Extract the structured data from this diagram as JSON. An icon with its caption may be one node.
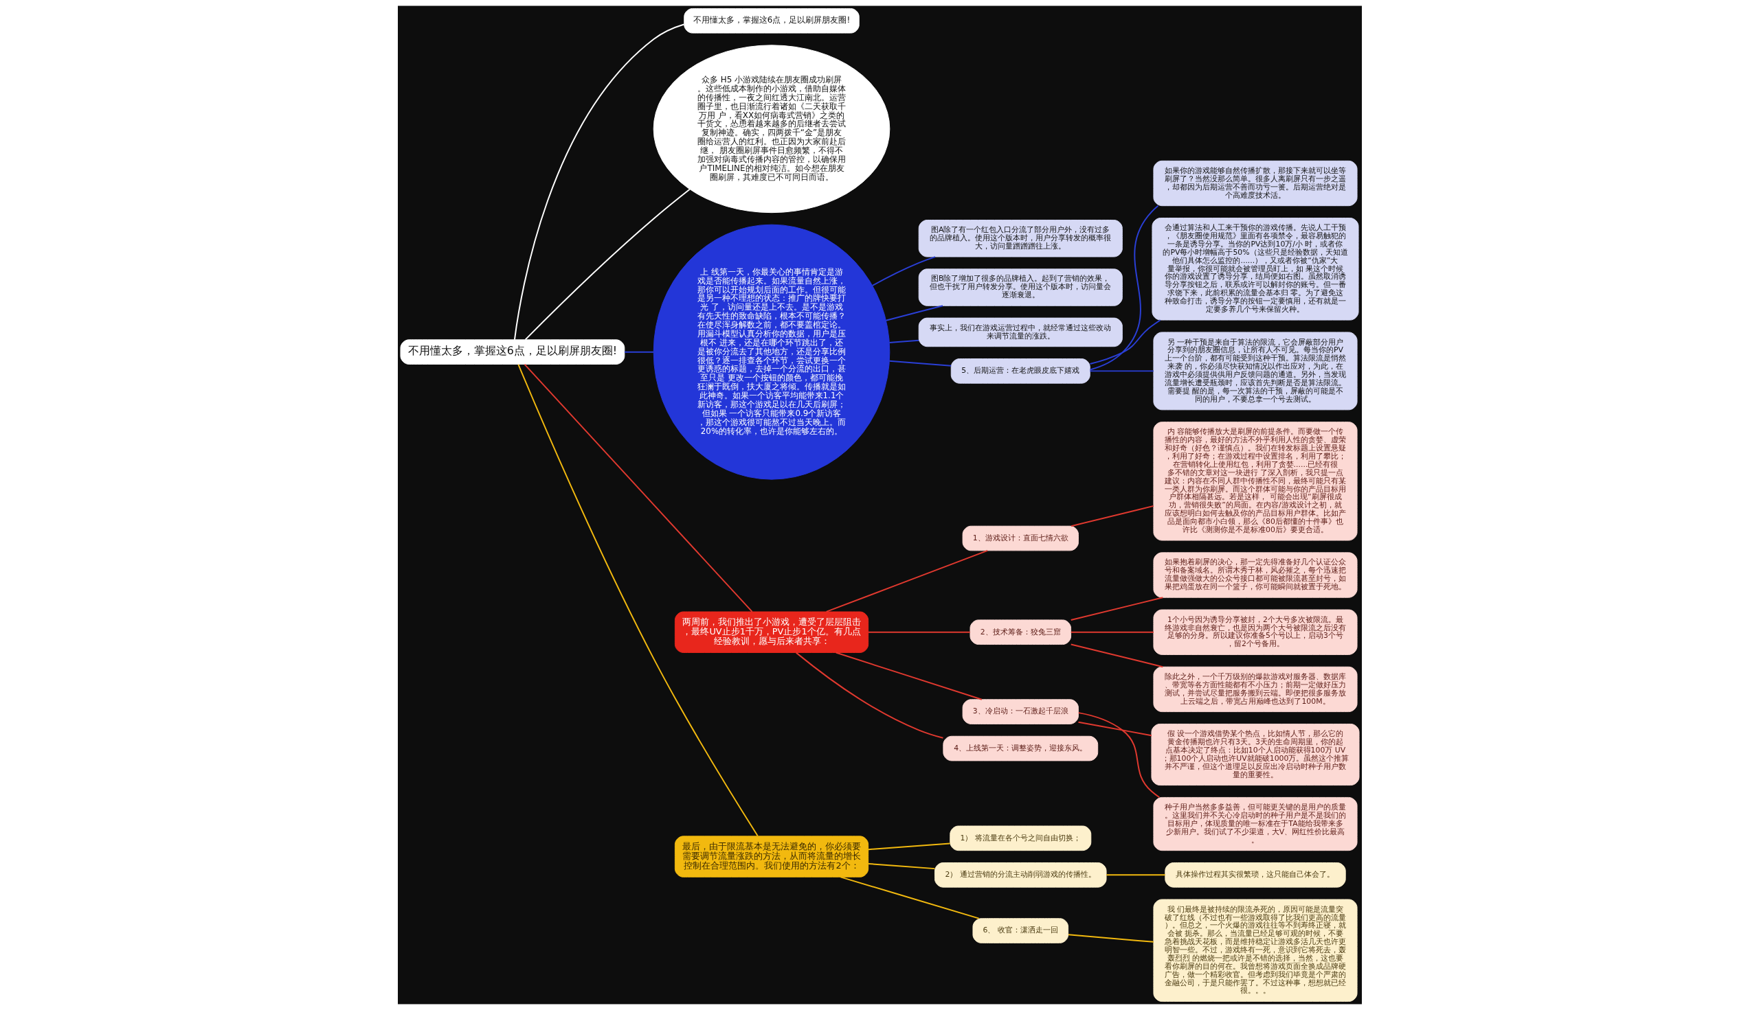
{
  "diagram": {
    "nodes": [
      {
        "text": [
          "不用懂太多，掌握这6点，足以刷屏朋友圈!"
        ]
      },
      {
        "text": [
          "不用懂太多，掌握这6点，足以刷屏朋友圈!"
        ]
      },
      {
        "text": [
          "众多 H5 小游戏陆续在朋友圈成功刷屏。这些低成本制作的小游戏，借助自媒体的传播性，一夜之间红透大江南北。运营圈子里，也日渐流行着诸如《二天获取千万用 户，看XX如何病毒式营销》之类的干货文，怂恿着越来越多的后继者去尝试复制神迹。确实，四两拨千“金”是朋友圈给运营人的红利。也正因为大家前赴后继， 朋友圈刷屏事件日愈频繁，不得不加强对病毒式传播内容的管控，以确保用户TIMELINE的相对纯洁。如今想在朋友圈刷屏，其难度已不可同日而语。"
        ]
      },
      {
        "text": [
          "上 线第一天，你最关心的事情肯定是游戏是否能传播起来。如果流量自然上涨，那你可以开始规划后面的工作。但很可能是另一种不理想的状态：推广的牌快要打光 了，访问量还是上不去。是不是游戏有先天性的致命缺陷，根本不可能传播？在使尽浑身解数之前，都不要盖棺定论。用漏斗模型认真分析你的数据，用户是压根不 进来，还是在哪个环节跳出了，还是被你分流去了其他地方，还是分享比例很低？逐一排查各个环节，尝试更换一个更诱惑的标题，去掉一个分流的出口，甚至只是 更改一个按钮的颜色，都可能挽狂澜于既倒，扶大厦之将倾。传播就是如此神奇。如果一个访客平均能带来1.1个新访客，那这个游戏足以在几天后刷屏；但如果 一个访客只能带来0.9个新访客，那这个游戏很可能熬不过当天晚上。而20%的转化率，也许是你能够左右的。"
        ]
      },
      {
        "text": [
          "图A除了有一个红包入口分流了部分用户外，没有过多的品牌植入。使用这个版本时，用户分享转发的概率很大，访问量蹭蹭蹭往上涨。"
        ]
      },
      {
        "text": [
          "图B除了增加了很多的品牌植入。起到了营销的效果，但也干扰了用户转发分享。使用这个版本时，访问量会逐渐衰退。"
        ]
      },
      {
        "text": [
          "事实上，我们在游戏运营过程中，就经常通过这些改动来调节流量的涨跌。"
        ]
      },
      {
        "text": [
          "5、后期运营：在老虎眼皮底下嬉戏"
        ]
      },
      {
        "text": [
          "如果你的游戏能够自然传播扩散，那接下来就可以坐等刷屏了？当然没那么简单。很多人离刷屏只有一步之遥，却都因为后期运营不善而功亏一篑。后期运营绝对是个高难度技术活。"
        ]
      },
      {
        "text": [
          "会通过算法和人工来干预你的游戏传播。先说人工干预，《朋友圈使用规范》里面有各项禁令，最容易触犯的一条是诱导分享。当你的PV达到10万/小 时，或者你的PV每小时增幅高于50%（这些只是经验数据，天知道他们具体怎么监控的......），又或者你被“仇家”大量举报，你很可能就会被管理员盯上，如 果这个时候你的游戏设置了诱导分享，结局便如右图。虽然取消诱导分享按钮之后，联系或许可以解封你的账号。但一番求饶下来，此前积累的流量会基本归 零。为了避免这种致命打击，诱导分享的按钮一定要慎用，还有就是一定要多养几个号来保留火种。"
        ]
      },
      {
        "text": [
          "另 一种干预是来自于算法的限流，它会屏蔽部分用户分享到的朋友圈信息，让所有人不可见。每当你的PV上一个台阶，都有可能受到这种干预。算法限流是悄然来袭 的，你必须尽快获知情况以作出应对，为此，在游戏中必须提供供用户反馈问题的通道。另外，当发现流量增长遭受瓶颈时，应该首先判断是否是算法限流。需要提 醒的是，每一次算法的干预，屏蔽的可能是不同的用户，不要总拿一个号去测试。"
        ]
      },
      {
        "text": [
          "两周前，我们推出了小游戏，遭受了层层阻击，最终UV止步1千万，PV止步1个亿。有几点经验教训，愿与后来者共享："
        ]
      },
      {
        "text": [
          "1、游戏设计：直面七情六欲"
        ]
      },
      {
        "text": [
          "内 容能够传播放大是刷屏的前提条件。而要做一个传播性的内容，最好的方法不外乎利用人性的贪婪、虚荣和好奇（好色？谨慎点）。我们在转发标题上设置悬疑，利用了好奇；在游戏过程中设置排名，利用了攀比；在营销转化上使用红包，利用了贪婪......已经有很多不错的文章对这一块进行 了深入剖析，我只提一点建议：内容在不同人群中传播性不同，最终可能只有某一类人群为你刷屏。而这个群体可能与你的产品目标用户群体相隔甚远。若是这样， 可能会出现“刷屏很成功，营销很失败”的局面。在内容/游戏设计之初，就应该想明白如何去触及你的产品目标用户群体。比如产品是面向都市小白领，那么《80后都懂的十件事》也许比《测测你是不是标准00后》要更合适。"
        ]
      },
      {
        "text": [
          "2、技术筹备：狡兔三窟"
        ]
      },
      {
        "text": [
          "如果抱着刷屏的决心，那一定先得准备好几个认证公众号和备案域名。所谓木秀于林，风必摧之，每个迅速把流量做强做大的公众号接口都可能被限流甚至封号，如果把鸡蛋放在同一个篮子，你可能瞬间就被置于死地。"
        ]
      },
      {
        "text": [
          "1个小号因为诱导分享被封，2个大号多次被限流。最终游戏非自然衰亡，也是因为两个大号被限流之后没有足够的分身。所以建议你准备5个号以上，启动3个号，留2个号备用。"
        ]
      },
      {
        "text": [
          "除此之外，一个千万级别的爆款游戏对服务器、数据库、带宽等各方面性能都有不小压力；前期一定做好压力测试，并尝试尽量把服务搬到云端。即便把很多服务放上云端之后，带宽占用巅峰也达到了100M。"
        ]
      },
      {
        "text": [
          "3、冷启动：一石激起千层浪"
        ]
      },
      {
        "text": [
          "假 设一个游戏借势某个热点，比如情人节，那么它的黄金传播期也许只有3天。3天的生命周期里，你的起点基本决定了终点：比如10个人启动能获得100万 UV；那100个人启动也许UV就能破1000万。虽然这个推算并不严谨，但这个道理足以反应出冷启动时种子用户数量的重要性。"
        ]
      },
      {
        "text": [
          "种子用户当然多多益善，但可能更关键的是用户的质量。这里我们并不关心冷启动时的种子用户是不是我们的目标用户，体现质量的唯一标准在于TA能给我带来多少新用户。我们试了不少渠道，大V、网红性价比最高。"
        ]
      },
      {
        "text": [
          "4、上线第一天：调整姿势，迎接东风。"
        ]
      },
      {
        "text": [
          "最后，由于限流基本是无法避免的，你必须要需要调节流量涨跌的方法，从而将流量的增长控制在合理范围内。我们使用的方法有2个："
        ]
      },
      {
        "text": [
          "1） 将流量在各个号之间自由切换；"
        ]
      },
      {
        "text": [
          "2） 通过营销的分流主动削弱游戏的传播性。"
        ]
      },
      {
        "text": [
          "具体操作过程其实很繁琐，这只能自己体会了。"
        ]
      },
      {
        "text": [
          "6、 收官：潇洒走一回"
        ]
      },
      {
        "text": [
          "我 们最终是被持续的限流杀死的，原因可能是流量突破了红线（不过也有一些游戏取得了比我们更高的流量）。但总之，一个火爆的游戏往往等不到寿终正寝，就会被 扼杀。那么，当流量已经足够可观的时候，不要急着挑战天花板，而是维持稳定让游戏多活几天也许更明智一些。不过，游戏终有一死，意识到它将死去，轰轰烈烈 的燃烧一把或许是不错的选择，当然，这也要看你刷屏的目的何在。我曾想将游戏页面全换成品牌硬广告，做一个精彩收官。但考虑到我们毕竟是个严肃的金融公司，于是只能作罢了。不过这种事，想想就已经很。。。"
        ]
      }
    ],
    "edges": [
      {
        "from": 0,
        "to": 1,
        "arrow": "none",
        "color": "#ffffff"
      },
      {
        "from": 0,
        "to": 2,
        "arrow": "none",
        "color": "#ffffff"
      },
      {
        "from": 0,
        "to": 3,
        "arrow": "none",
        "color": "#2a3fd6"
      },
      {
        "from": 3,
        "to": 4,
        "arrow": "none",
        "color": "#2a3fd6"
      },
      {
        "from": 3,
        "to": 5,
        "arrow": "none",
        "color": "#2a3fd6"
      },
      {
        "from": 3,
        "to": 6,
        "arrow": "none",
        "color": "#2a3fd6"
      },
      {
        "from": 3,
        "to": 7,
        "arrow": "none",
        "color": "#2a3fd6"
      },
      {
        "from": 7,
        "to": 8,
        "arrow": "none",
        "color": "#2a3fd6"
      },
      {
        "from": 7,
        "to": 9,
        "arrow": "none",
        "color": "#2a3fd6"
      },
      {
        "from": 7,
        "to": 10,
        "arrow": "none",
        "color": "#2a3fd6"
      },
      {
        "from": 0,
        "to": 11,
        "arrow": "none"
      },
      {
        "from": 11,
        "to": 12,
        "arrow": "none"
      },
      {
        "from": 12,
        "to": 13,
        "arrow": "none"
      },
      {
        "from": 11,
        "to": 14,
        "arrow": "none"
      },
      {
        "from": 14,
        "to": 15,
        "arrow": "none"
      },
      {
        "from": 14,
        "to": 16,
        "arrow": "none"
      },
      {
        "from": 14,
        "to": 17,
        "arrow": "none"
      },
      {
        "from": 11,
        "to": 18,
        "arrow": "none"
      },
      {
        "from": 18,
        "to": 19,
        "arrow": "none"
      },
      {
        "from": 18,
        "to": 20,
        "arrow": "none"
      },
      {
        "from": 11,
        "to": 21,
        "arrow": "none"
      },
      {
        "from": 0,
        "to": 22,
        "arrow": "none",
        "color": "#f2b90f"
      },
      {
        "from": 22,
        "to": 23,
        "arrow": "none",
        "color": "#f2b90f"
      },
      {
        "from": 22,
        "to": 24,
        "arrow": "none",
        "color": "#f2b90f"
      },
      {
        "from": 24,
        "to": 25,
        "arrow": "none",
        "color": "#f2b90f"
      },
      {
        "from": 22,
        "to": 26,
        "arrow": "none",
        "color": "#f2b90f"
      },
      {
        "from": 26,
        "to": 27,
        "arrow": "none",
        "color": "#f2b90f"
      }
    ]
  }
}
